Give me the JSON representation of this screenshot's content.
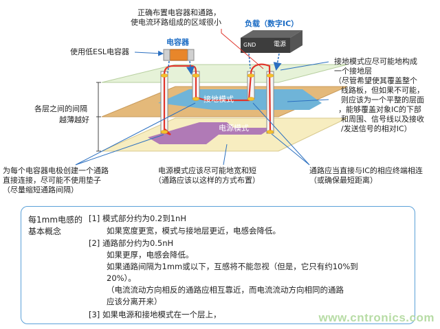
{
  "labels": {
    "top_note_1": "正确布置电容器和通路，",
    "top_note_2": "使电流环路组成的区域很小",
    "load_chip": "负载（数字IC）",
    "gnd_pin": "GND",
    "power_pin": "電源",
    "capacitor": "电容器",
    "low_esl": "使用低ESL电容器",
    "ground_pattern": "接地模式",
    "power_pattern": "电源模式",
    "layer_spacing_1": "各层之间的间隔",
    "layer_spacing_2": "越薄越好",
    "right_1": "接地模式应尽可能地构成",
    "right_2": "一个接地层",
    "right_3": "（尽管希望使其覆盖整个",
    "right_4": "线路板，但如果不可能，",
    "right_5": "则应该为一个平整的层面",
    "right_6": "，能够覆盖对象IC的下部",
    "right_7": "和周围、信号线以及接收",
    "right_8": "/发送信号的相对IC）",
    "bl_1": "为每个电容器电极创建一个通路",
    "bl_2": "直接连接，尽可能不使用垫子",
    "bl_3": "（尽量缩短通路间隔）",
    "bm_1": "电源模式应该尽可能地宽和短",
    "bm_2": "（通路应该以这样的方式布置）",
    "br_1": "通路应当直接与IC的相应终端相连",
    "br_2": "（或确保最短距离）"
  },
  "concept": {
    "title_1": "每1mm电感的",
    "title_2": "基本概念",
    "l1": "[1]  模式部分约为0.2到1nH",
    "l2": "如果宽度更宽，模式与接地层更近，电感会降低。",
    "l3": "[2]  通路部分约为0.5nH",
    "l4": "如果更厚，电感会降低。",
    "l5": "如果通路间隔为1mm或以下，互感将不能忽视（但是，它只有约10%到",
    "l6": "20%）。",
    "l7": "（电流流动方向相反的通路应相互靠近，而电流流动方向相同的通路",
    "l8": "应该分离开来）",
    "l9": "[3]  如果电源和接地模式在一个层上，"
  },
  "watermark": "www.cntronics.com",
  "colors": {
    "top_layer": "#e6f2d8",
    "mid_layer": "#e4b97a",
    "bottom_layer": "#f7edc0",
    "ground_pattern": "#6fb4d8",
    "power_pattern": "#b07ab6",
    "via_loop": "#e0342b",
    "accent_blue": "#1a6bc4",
    "capacitor": "#e8862a"
  }
}
